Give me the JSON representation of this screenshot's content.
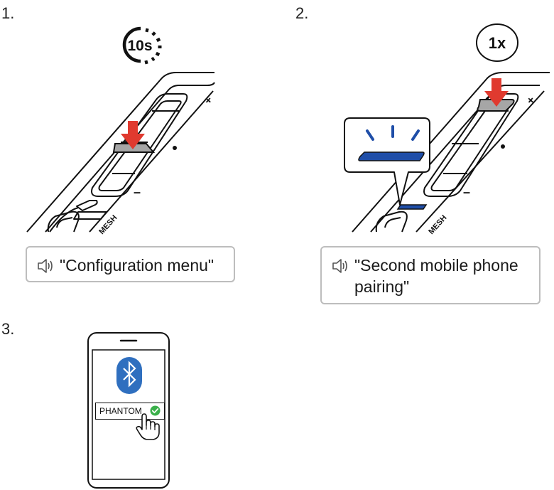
{
  "steps": [
    {
      "number": "1.",
      "badge": "10s",
      "voice_prompt": "\"Configuration menu\""
    },
    {
      "number": "2.",
      "badge": "1x",
      "voice_prompt_line1": "\"Second mobile phone",
      "voice_prompt_line2": "pairing\""
    },
    {
      "number": "3.",
      "device_name": "PHANTOM"
    }
  ],
  "device_labels": {
    "plus": "+",
    "minus": "–",
    "brand_fragment": "MESH"
  },
  "icons": {
    "step1": [
      "timer-10s-icon",
      "down-arrow-icon",
      "speaker-icon"
    ],
    "step2": [
      "press-1x-icon",
      "down-arrow-icon",
      "blue-light-icon",
      "speaker-icon"
    ],
    "step3": [
      "phone-icon",
      "bluetooth-icon",
      "check-icon",
      "hand-pointer-icon"
    ]
  },
  "colors": {
    "arrow": "#e03a2f",
    "led_blue": "#1f4ea8",
    "bluetooth_blue": "#2f6fbf",
    "check_green": "#3ab04a",
    "button_gray": "#a6a6a6"
  }
}
